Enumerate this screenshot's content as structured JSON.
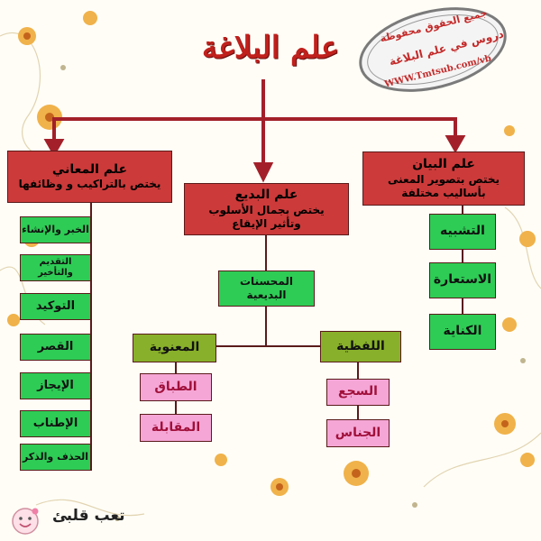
{
  "title": "علم البلاغة",
  "stamp": {
    "line1": "جميع الحقوق محفوظة",
    "line2": "دروس في علم البلاغة",
    "url": "WWW.Tmtsub.com/vb"
  },
  "branches": {
    "maani": {
      "title": "علم المعاني",
      "desc": "يختص بالتراكيب و وظائفها"
    },
    "badee": {
      "title": "علم البديع",
      "desc1": "يختص بجمال الأسلوب",
      "desc2": "وتأثير الإيقاع"
    },
    "bayan": {
      "title": "علم البيان",
      "desc1": "يختص بتصوير المعنى",
      "desc2": "بأساليب مختلفة"
    }
  },
  "maani_items": [
    "الخبر والإنشاء",
    "التقديم والتأخير",
    "التوكيد",
    "القصر",
    "الإيجاز",
    "الإطناب",
    "الحذف والذكر"
  ],
  "bayan_items": [
    "التشبيه",
    "الاستعارة",
    "الكناية"
  ],
  "badee_main": "المحسنات البديعية",
  "maanawiya": {
    "label": "المعنوية",
    "items": [
      "الطباق",
      "المقابلة"
    ]
  },
  "lafziya": {
    "label": "اللفظية",
    "items": [
      "السجع",
      "الجناس"
    ]
  },
  "footer": "تعب قلبئ",
  "colors": {
    "red_box": "#cc3a3a",
    "green_box": "#2ecc55",
    "olive_box": "#88b02a",
    "pink_box": "#f5a6d6",
    "title": "#c0201c"
  }
}
